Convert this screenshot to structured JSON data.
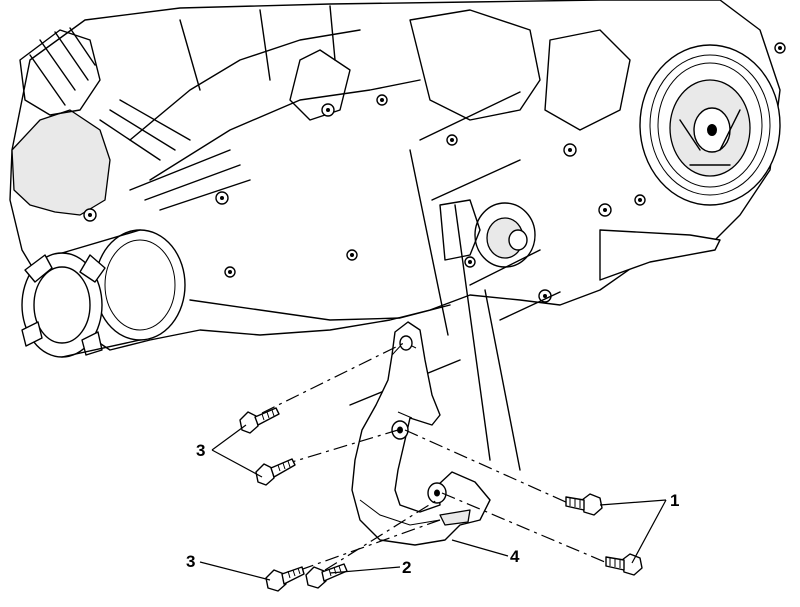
{
  "callouts": {
    "c1": "1",
    "c2": "2",
    "c3_upper": "3",
    "c3_lower": "3",
    "c4": "4"
  },
  "colors": {
    "ink": "#000000",
    "paper": "#ffffff",
    "shade": "#e9e9e9"
  }
}
